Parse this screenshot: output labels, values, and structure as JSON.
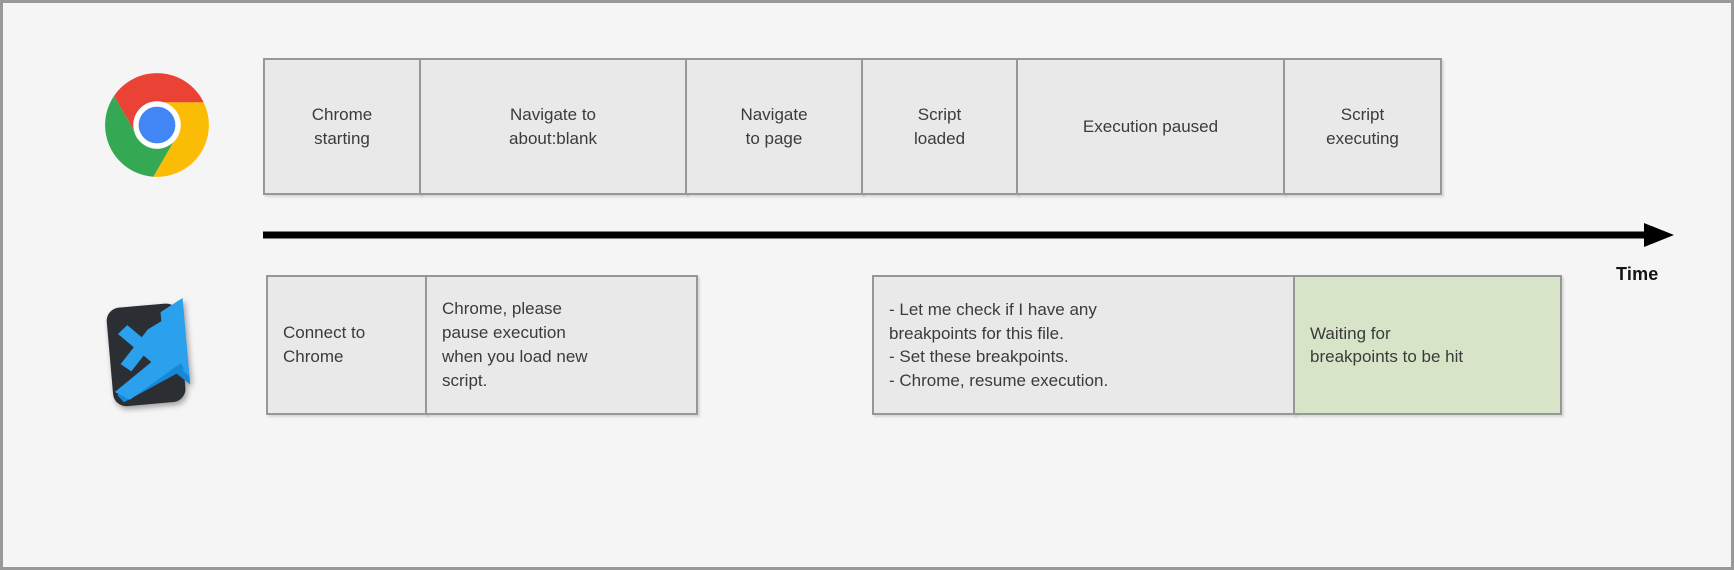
{
  "timeline": {
    "label": "Time"
  },
  "chrome_lane": {
    "icon": "chrome-logo",
    "boxes": [
      {
        "id": "chrome-starting",
        "lines": [
          "Chrome",
          "starting"
        ]
      },
      {
        "id": "navigate-about-blank",
        "lines": [
          "Navigate to",
          "about:blank"
        ]
      },
      {
        "id": "navigate-to-page",
        "lines": [
          "Navigate",
          "to page"
        ]
      },
      {
        "id": "script-loaded",
        "lines": [
          "Script",
          "loaded"
        ]
      },
      {
        "id": "execution-paused",
        "lines": [
          "Execution paused"
        ]
      },
      {
        "id": "script-executing",
        "lines": [
          "Script",
          "executing"
        ]
      }
    ]
  },
  "vscode_lane": {
    "icon": "vscode-logo",
    "group1": [
      {
        "id": "connect-to-chrome",
        "lines": [
          "Connect to",
          "Chrome"
        ]
      },
      {
        "id": "pause-request",
        "lines": [
          "Chrome, please",
          "pause execution",
          "when you load new",
          "script."
        ]
      }
    ],
    "group2": [
      {
        "id": "breakpoint-steps",
        "lines": [
          "- Let me check if I have any",
          "breakpoints for this file.",
          "- Set these breakpoints.",
          "- Chrome, resume execution."
        ]
      },
      {
        "id": "waiting-for-breakpoints",
        "lines": [
          "Waiting for",
          "breakpoints to be hit"
        ],
        "highlight": true
      }
    ]
  },
  "colors": {
    "page_bg": "#f5f5f6",
    "frame_border": "#999999",
    "box_fill": "#e9e9e9",
    "box_border": "#979797",
    "highlight_fill": "#d7e4c8",
    "text": "#3b3b3b",
    "arrow": "#000000",
    "chrome_red": "#ea4335",
    "chrome_yellow": "#fbbc05",
    "chrome_green": "#34a853",
    "chrome_blue": "#4285f4",
    "vscode_blue": "#2ba1ee",
    "vscode_blue_dark": "#1787d8",
    "vscode_dark": "#2b2e33"
  }
}
